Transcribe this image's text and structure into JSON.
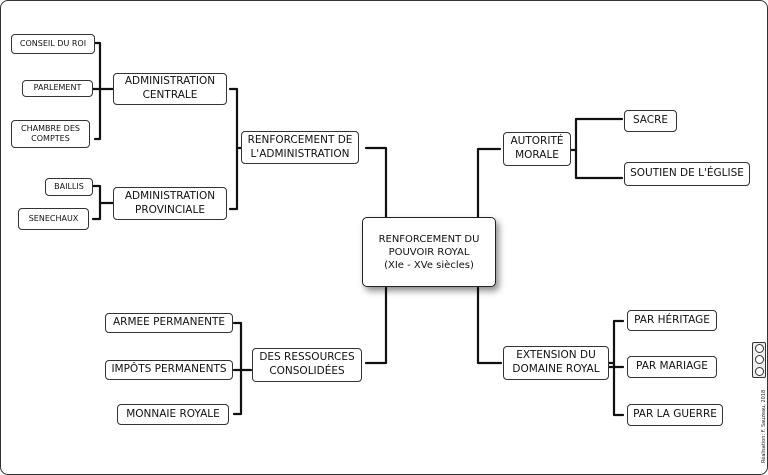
{
  "center": "RENFORCEMENT DU\nPOUVOIR ROYAL\n(XIe - XVe siècles)",
  "branches": {
    "administration": {
      "label": "RENFORCEMENT DE\nL'ADMINISTRATION",
      "centrale": {
        "label": "ADMINISTRATION\nCENTRALE",
        "items": [
          "CONSEIL DU ROI",
          "PARLEMENT",
          "CHAMBRE DES\nCOMPTES"
        ]
      },
      "provinciale": {
        "label": "ADMINISTRATION\nPROVINCIALE",
        "items": [
          "BAILLIS",
          "SENECHAUX"
        ]
      }
    },
    "ressources": {
      "label": "DES RESSOURCES\nCONSOLIDÉES",
      "items": [
        "ARMEE PERMANENTE",
        "IMPÔTS PERMANENTS",
        "MONNAIE ROYALE"
      ]
    },
    "autorite": {
      "label": "AUTORITÉ\nMORALE",
      "items": [
        "SACRE",
        "SOUTIEN DE L'ÉGLISE"
      ]
    },
    "domaine": {
      "label": "EXTENSION DU\nDOMAINE ROYAL",
      "items": [
        "PAR HÉRITAGE",
        "PAR MARIAGE",
        "PAR LA GUERRE"
      ]
    }
  },
  "credit": "Réalisation: F. Sauzeau, 2018"
}
